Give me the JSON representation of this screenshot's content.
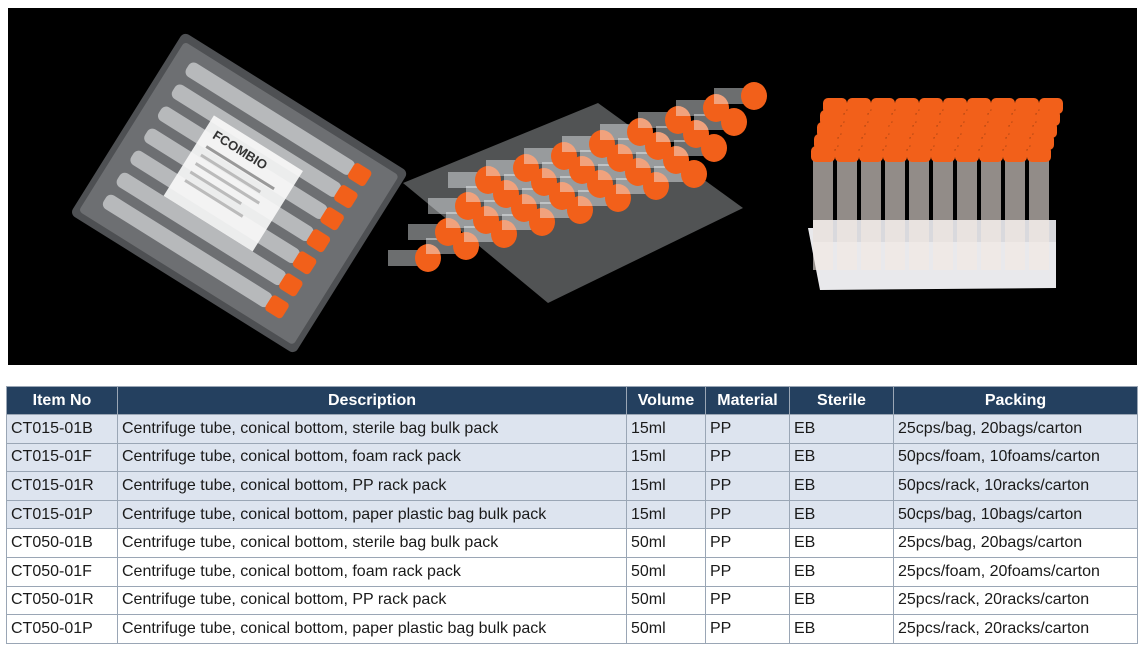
{
  "colors": {
    "banner_bg": "#000000",
    "header_bg": "#24405f",
    "header_text": "#ffffff",
    "row_shade": "#dde4ef",
    "row_plain": "#ffffff",
    "cap_orange": "#f2601a"
  },
  "images": {
    "bag_pack_logo": "FCOMBIO"
  },
  "table": {
    "headers": {
      "item_no": "Item No",
      "description": "Description",
      "volume": "Volume",
      "material": "Material",
      "sterile": "Sterile",
      "packing": "Packing"
    },
    "rows": [
      {
        "item_no": "CT015-01B",
        "description": "Centrifuge tube, conical bottom, sterile bag bulk pack",
        "volume": "15ml",
        "material": "PP",
        "sterile": "EB",
        "packing": "25cps/bag, 20bags/carton"
      },
      {
        "item_no": "CT015-01F",
        "description": "Centrifuge tube, conical bottom, foam rack pack",
        "volume": "15ml",
        "material": "PP",
        "sterile": "EB",
        "packing": "50pcs/foam, 10foams/carton"
      },
      {
        "item_no": "CT015-01R",
        "description": "Centrifuge tube, conical bottom, PP rack pack",
        "volume": "15ml",
        "material": "PP",
        "sterile": "EB",
        "packing": "50pcs/rack, 10racks/carton"
      },
      {
        "item_no": "CT015-01P",
        "description": "Centrifuge tube, conical bottom, paper plastic bag bulk pack",
        "volume": "15ml",
        "material": "PP",
        "sterile": "EB",
        "packing": "50cps/bag, 10bags/carton"
      },
      {
        "item_no": "CT050-01B",
        "description": "Centrifuge tube, conical bottom, sterile bag bulk pack",
        "volume": "50ml",
        "material": "PP",
        "sterile": "EB",
        "packing": "25pcs/bag,  20bags/carton"
      },
      {
        "item_no": "CT050-01F",
        "description": "Centrifuge tube, conical bottom, foam rack pack",
        "volume": "50ml",
        "material": "PP",
        "sterile": "EB",
        "packing": "25pcs/foam, 20foams/carton"
      },
      {
        "item_no": "CT050-01R",
        "description": "Centrifuge tube, conical bottom, PP rack pack",
        "volume": "50ml",
        "material": "PP",
        "sterile": "EB",
        "packing": "25pcs/rack, 20racks/carton"
      },
      {
        "item_no": "CT050-01P",
        "description": "Centrifuge tube, conical bottom, paper plastic bag bulk pack",
        "volume": "50ml",
        "material": "PP",
        "sterile": "EB",
        "packing": "25pcs/rack, 20racks/carton"
      }
    ]
  }
}
